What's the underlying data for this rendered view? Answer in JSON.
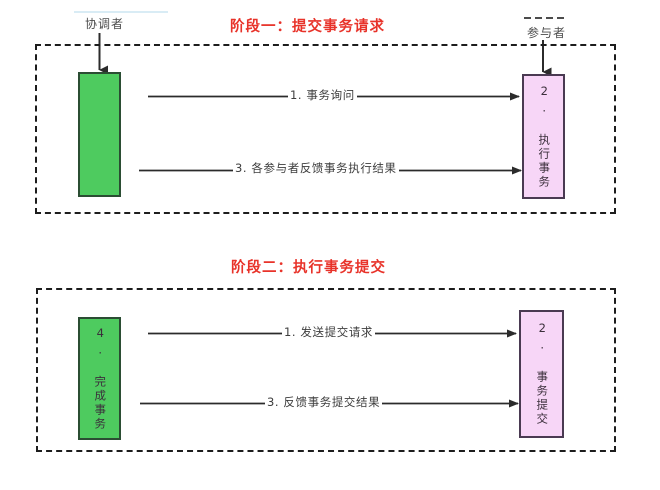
{
  "diagram": {
    "title_phase_1": "阶段一：提交事务请求",
    "title_phase_2": "阶段二：执行事务提交",
    "accent_red": "#e8332a",
    "green_fill": "#4ECB5F",
    "pink_fill": "#F7D6F7",
    "frame_stroke": "#1d1d1d",
    "arrow_stroke": "#2b2b2b",
    "topline_color": "#d9ecf5"
  },
  "actors": {
    "coordinator": "协调者",
    "participant": "参与者"
  },
  "phase_1": {
    "coordinator_box": "",
    "participant_box": "2. 执行事务",
    "messages": [
      {
        "index": "1.",
        "label": "1. 事务询问",
        "direction": "right"
      },
      {
        "index": "3.",
        "label": "3. 各参与者反馈事务执行结果",
        "direction": "left"
      }
    ]
  },
  "phase_2": {
    "coordinator_box": "4. 完成事务",
    "participant_box": "2. 事务提交",
    "messages": [
      {
        "index": "1.",
        "label": "1. 发送提交请求",
        "direction": "right"
      },
      {
        "index": "3.",
        "label": "3. 反馈事务提交结果",
        "direction": "left"
      }
    ]
  }
}
